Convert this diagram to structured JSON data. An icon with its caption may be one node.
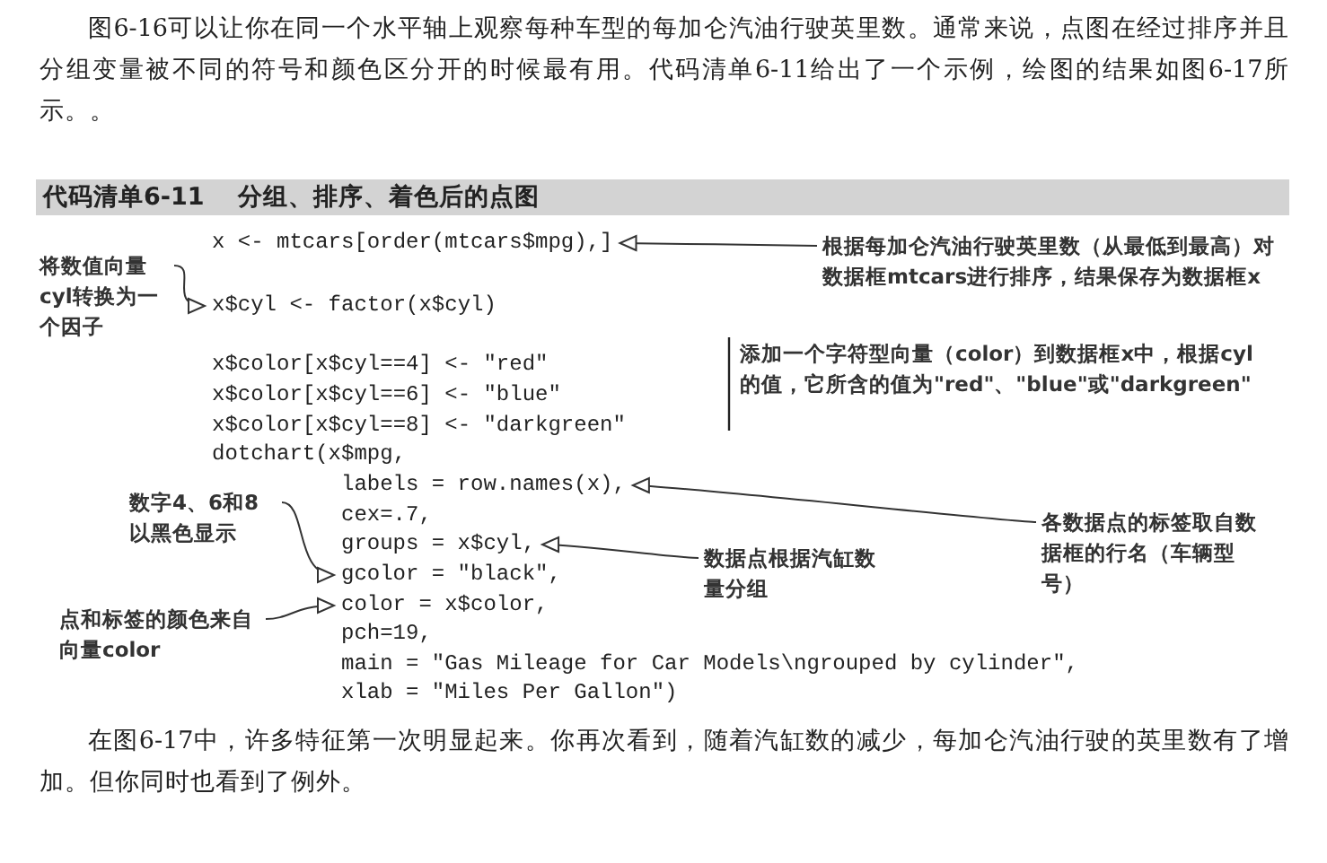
{
  "diagram": {
    "nodes": [
      {
        "text": [
          "x <- mtcars[order(mtcars$mpg),]"
        ]
      },
      {
        "text": [
          "x$cyl <- factor(x$cyl)"
        ]
      },
      {
        "text": [
          "x$color[x$cyl==4] <- \"red\""
        ]
      },
      {
        "text": [
          "x$color[x$cyl==6] <- \"blue\""
        ]
      },
      {
        "text": [
          "x$color[x$cyl==8] <- \"darkgreen\""
        ]
      },
      {
        "text": [
          "dotchart(x$mpg,"
        ]
      },
      {
        "text": [
          "labels = row.names(x),"
        ]
      },
      {
        "text": [
          "cex=.7,"
        ]
      },
      {
        "text": [
          "groups = x$cyl,"
        ]
      },
      {
        "text": [
          "gcolor = \"black\","
        ]
      },
      {
        "text": [
          "color = x$color,"
        ]
      },
      {
        "text": [
          "pch=19,"
        ]
      },
      {
        "text": [
          "main = \"Gas Mileage for Car Models\\ngrouped by cylinder\","
        ]
      },
      {
        "text": [
          "xlab = \"Miles Per Gallon\")"
        ]
      },
      {
        "text": [
          "根据每加仑汽油行驶英里数（从最低到最高）对数据框mtcars进行排序，结果保存为数据框x"
        ]
      },
      {
        "text": [
          "将数值向量cyl转换为一个因子"
        ]
      },
      {
        "text": [
          "各数据点的标签取自数据框的行名（车辆型号）"
        ]
      },
      {
        "text": [
          "数字4、6和8以黑色显示"
        ]
      },
      {
        "text": [
          "数据点根据汽缸数量分组"
        ]
      },
      {
        "text": [
          "点和标签的颜色来自向量color"
        ]
      }
    ],
    "edges": [
      {
        "from": 14,
        "to": 0,
        "arrow": "to"
      },
      {
        "from": 15,
        "to": 1,
        "arrow": "to"
      },
      {
        "from": 16,
        "to": 6,
        "arrow": "to"
      },
      {
        "from": 17,
        "to": 9,
        "arrow": "to"
      },
      {
        "from": 18,
        "to": 8,
        "arrow": "to"
      },
      {
        "from": 19,
        "to": 10,
        "arrow": "to"
      }
    ],
    "labels": [
      "图6-16可以让你在同一个水平轴上观察每种车型的每加仑汽油行驶英里数。通常来说，点图在经过排序并且分组变量被不同的符号和颜色区分开的时候最有用。代码清单6-11给出了一个示例，绘图的结果如图6-17所示。。",
      "代码清单6-11 分组、排序、着色后的点图",
      "添加一个字符型向量（color）到数据框x中，根据cyl的值，它所含的值为\"red\"、\"blue\"或\"darkgreen\"",
      "在图6-17中，许多特征第一次明显起来。你再次看到，随着汽缸数的减少，每加仑汽油行驶的英里数有了增加。但你同时也看到了例外。"
    ]
  }
}
